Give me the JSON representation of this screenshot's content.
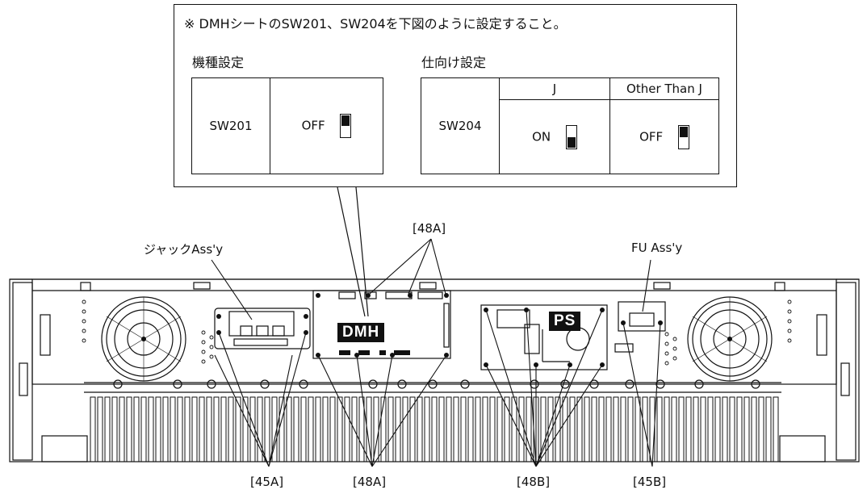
{
  "note": "※ DMHシートのSW201、SW204を下図のように設定すること。",
  "model_setting": {
    "title": "機種設定",
    "switch": "SW201",
    "state": "OFF"
  },
  "destination_setting": {
    "title": "仕向け設定",
    "switch": "SW204",
    "col_j": "J",
    "col_other": "Other Than J",
    "state_j": "ON",
    "state_other": "OFF"
  },
  "labels": {
    "jack": "ジャックAss'y",
    "fu": "FU Ass'y",
    "top_48a": "[48A]",
    "b45a": "[45A]",
    "b48a": "[48A]",
    "b48b": "[48B]",
    "b45b": "[45B]"
  },
  "boards": {
    "dmh": "DMH",
    "ps": "PS"
  }
}
